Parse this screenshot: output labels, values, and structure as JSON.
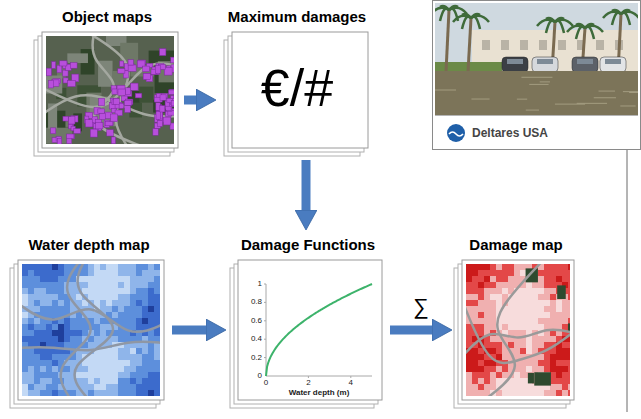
{
  "diagram": {
    "nodes": [
      {
        "text": [
          "Object maps"
        ]
      },
      {
        "text": [
          "Maximum damages",
          "€/#"
        ]
      },
      {
        "text": [
          "Deltares USA"
        ]
      },
      {
        "text": [
          "Water depth map"
        ]
      },
      {
        "text": [
          "Damage Functions"
        ]
      },
      {
        "text": [
          "Damage map"
        ]
      }
    ],
    "edges": [
      {
        "from": 0,
        "to": 1,
        "arrow": "to"
      },
      {
        "from": 1,
        "to": 4,
        "arrow": "to"
      },
      {
        "from": 3,
        "to": 4,
        "arrow": "to"
      },
      {
        "from": 4,
        "to": 5,
        "arrow": "to",
        "label": "∑"
      }
    ],
    "labels": [
      "1",
      "0.8",
      "0.6",
      "0.4",
      "0.2",
      "0",
      "0",
      "2",
      "4",
      "Water depth (m)"
    ]
  }
}
